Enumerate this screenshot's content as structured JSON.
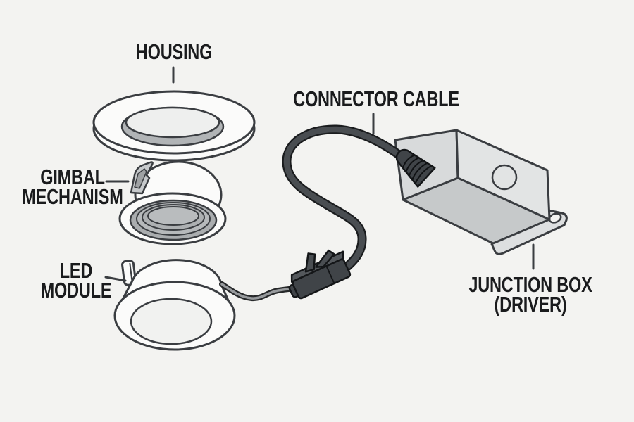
{
  "figure": {
    "kind": "exploded-parts-diagram",
    "subject": "Recessed gimbal LED downlight kit",
    "background": "#f3f3f1",
    "line_color": "#3a3d41",
    "text_color": "#1a1b1d"
  },
  "labels": {
    "housing": {
      "text": "HOUSING"
    },
    "gimbal": {
      "line1": "GIMBAL",
      "line2": "MECHANISM"
    },
    "led_module": {
      "line1": "LED",
      "line2": "MODULE"
    },
    "connector_cable": {
      "text": "CONNECTOR CABLE"
    },
    "junction_box": {
      "line1": "JUNCTION BOX",
      "line2": "(DRIVER)"
    }
  },
  "colors": {
    "white_part": "#fbfbfa",
    "inner_gray": "#b1b4b6",
    "lens": "#f1f2f0",
    "box_front": "#e2e4e4",
    "box_left": "#d8dadb",
    "box_bottom": "#c6c9ca",
    "flange": "#dddfe0",
    "cable_fill": "#494d51",
    "cable_outline": "#1a1c1e",
    "connector_fill": "#404448"
  }
}
